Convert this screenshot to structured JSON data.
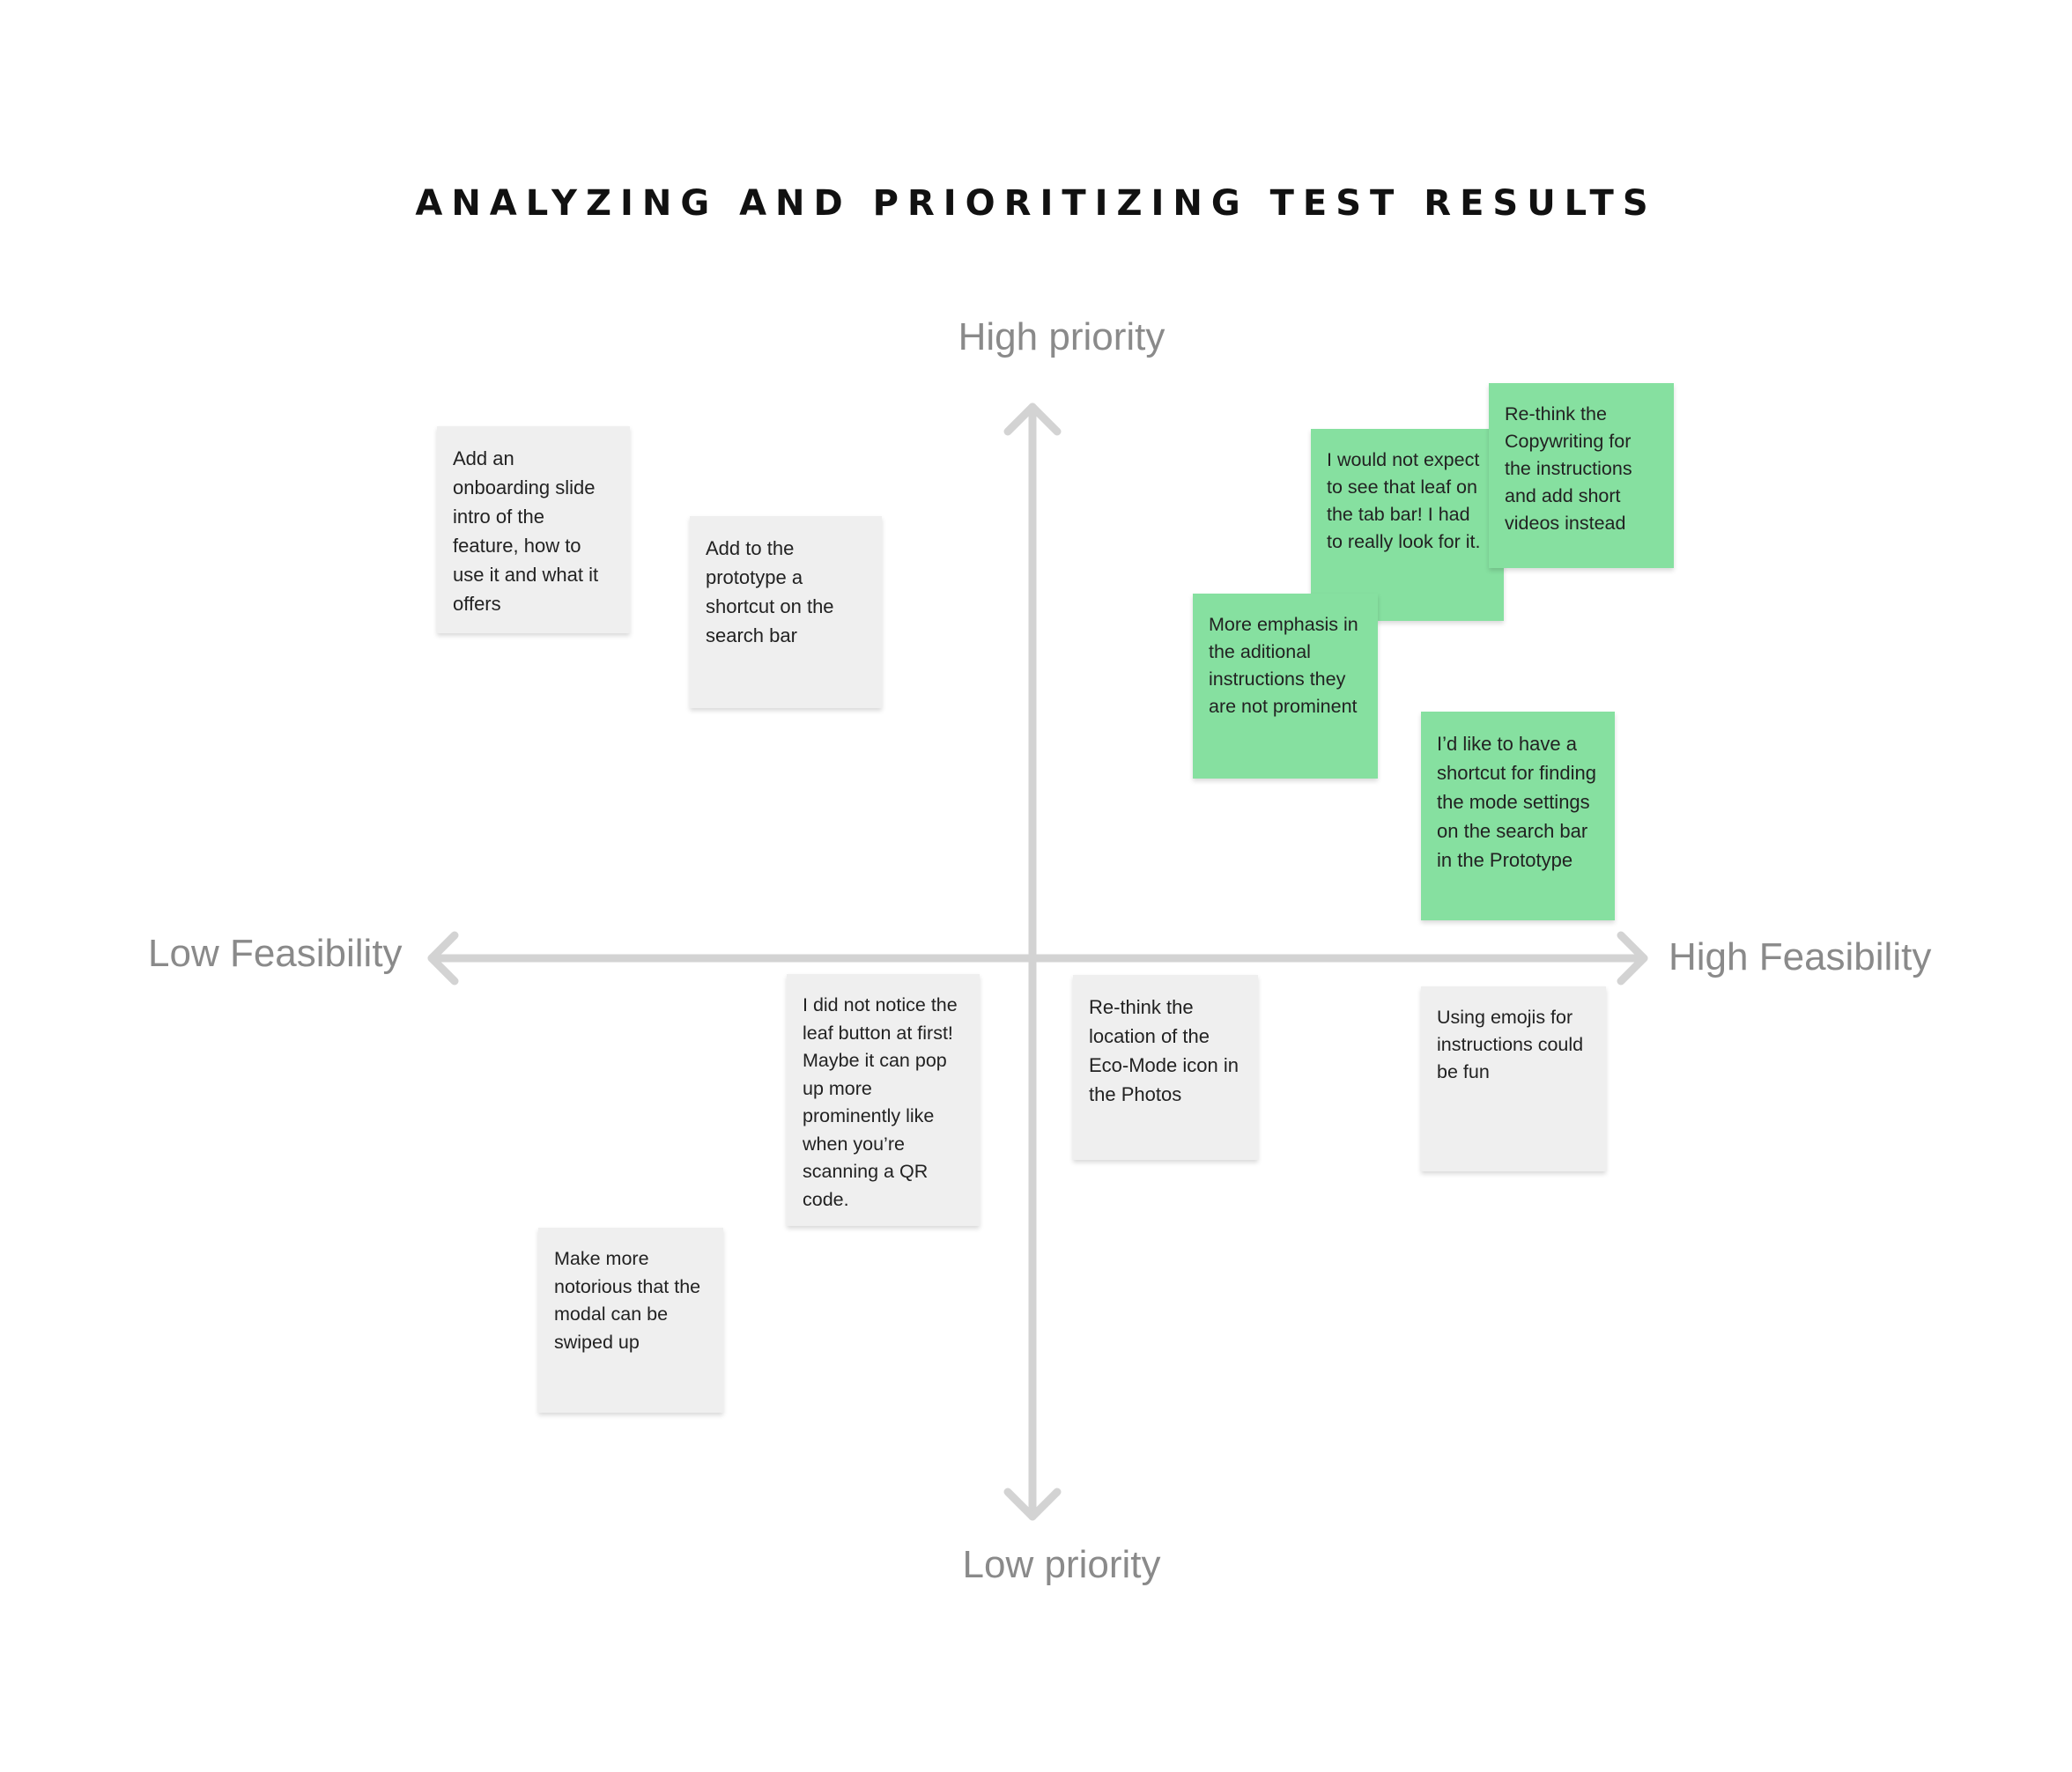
{
  "title": "ANALYZING AND PRIORITIZING TEST RESULTS",
  "axes": {
    "top": "High priority",
    "bottom": "Low priority",
    "left": "Low Feasibility",
    "right": "High Feasibility"
  },
  "colors": {
    "axis": "#d3d3d3",
    "grey_note": "#efefef",
    "green_note": "#86e0a0"
  },
  "notes": [
    {
      "id": "onboarding",
      "color": "grey",
      "text": "Add an onboarding slide intro of the feature, how to use it and what it offers"
    },
    {
      "id": "prototype-shortcut",
      "color": "grey",
      "text": "Add to the prototype a shortcut on the search bar"
    },
    {
      "id": "leaf-tab-bar",
      "color": "green",
      "text": "I would not expect to see that leaf on the tab bar! I had to really look for it."
    },
    {
      "id": "copywriting",
      "color": "green",
      "text": "Re-think the Copywriting for the instructions and add short videos instead"
    },
    {
      "id": "emphasis",
      "color": "green",
      "text": "More emphasis in the aditional instructions they are not prominent"
    },
    {
      "id": "mode-settings",
      "color": "green",
      "text": "I’d like to have a shortcut for finding the mode settings on the search bar in the Prototype"
    },
    {
      "id": "leaf-button",
      "color": "grey",
      "text": "I did not notice the leaf button at first! Maybe it can pop up more prominently like when you’re scanning a QR code."
    },
    {
      "id": "eco-mode-icon",
      "color": "grey",
      "text": "Re-think the location of the Eco-Mode icon in the Photos"
    },
    {
      "id": "emojis",
      "color": "grey",
      "text": "Using emojis for instructions could be fun"
    },
    {
      "id": "modal-swipe",
      "color": "grey",
      "text": "Make more notorious that the modal can be swiped up"
    }
  ]
}
